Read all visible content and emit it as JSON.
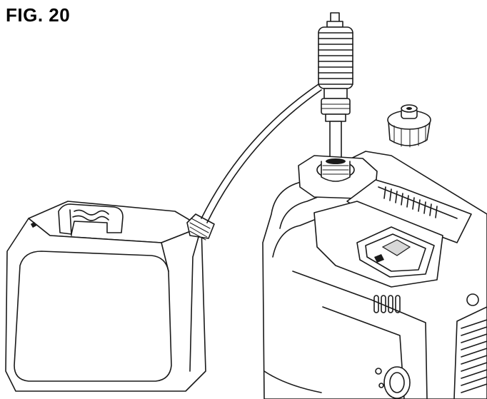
{
  "figure": {
    "label": "FIG. 20"
  },
  "illustration": {
    "parts": [
      "fuel-can",
      "siphon-pump",
      "fuel-cap",
      "generator"
    ]
  }
}
